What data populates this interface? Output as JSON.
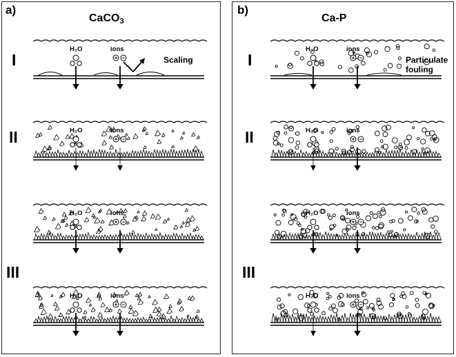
{
  "panel_a": {
    "tag": "a)",
    "title_main": "CaCO",
    "title_sub": "3",
    "side_label": "Scaling",
    "stages": [
      "I",
      "II",
      "III"
    ]
  },
  "panel_b": {
    "tag": "b)",
    "title": "Ca-P",
    "side_label_line1": "Particulate",
    "side_label_line2": "fouling",
    "stages": [
      "I",
      "II",
      "III"
    ]
  },
  "labels": {
    "water": "H₂O",
    "ions": "ions"
  },
  "colors": {
    "ink": "#000000",
    "frame": "#222222"
  }
}
